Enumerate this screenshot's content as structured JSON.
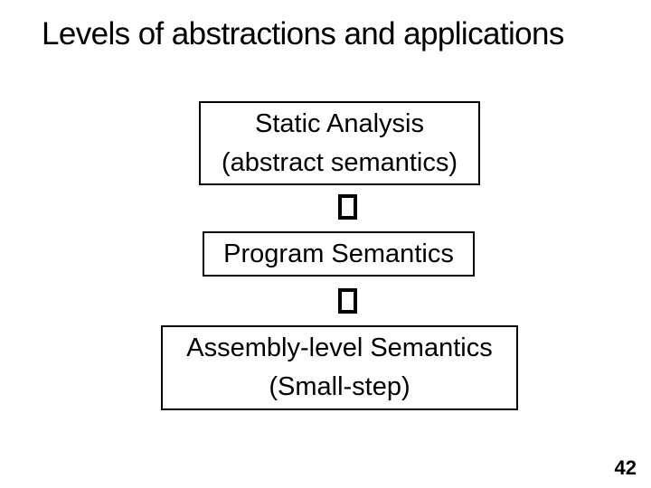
{
  "slide": {
    "title": "Levels of abstractions and applications",
    "page_number": "42",
    "diagram": {
      "levels": [
        {
          "lines": [
            "Static Analysis",
            "(abstract semantics)"
          ]
        },
        {
          "lines": [
            "Program Semantics"
          ]
        },
        {
          "lines": [
            "Assembly-level Semantics",
            "(Small-step)"
          ]
        }
      ],
      "connector": {
        "icon": "missing-glyph-square",
        "symbol": "□"
      },
      "colors": {
        "background": "#ffffff",
        "border": "#000000",
        "text": "#000000"
      }
    }
  }
}
